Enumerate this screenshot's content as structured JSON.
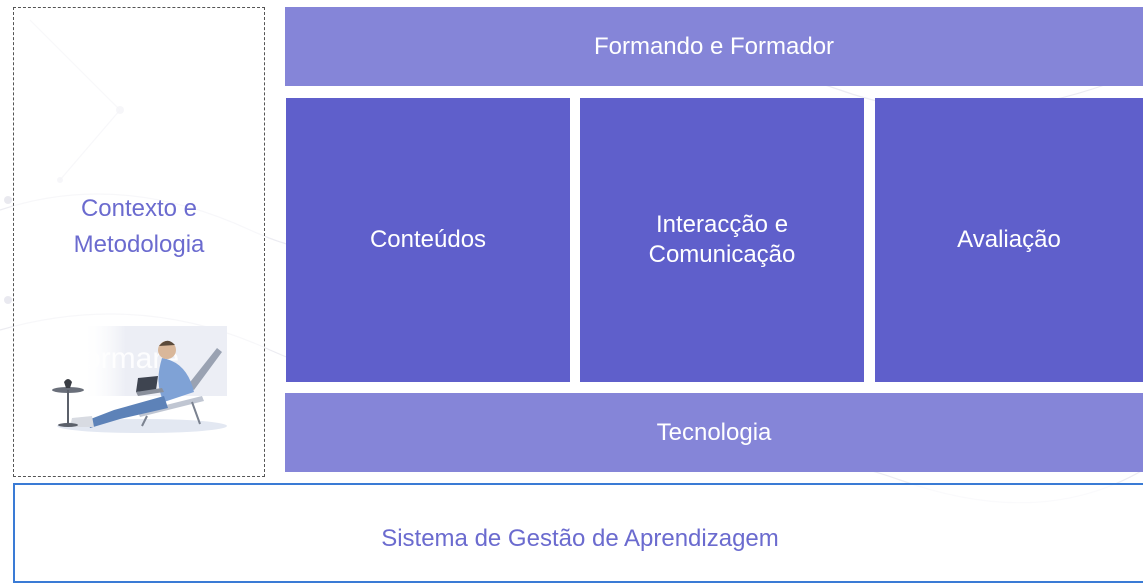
{
  "diagram": {
    "context": {
      "label": "Contexto e\nMetodologia"
    },
    "top_bar": {
      "label": "Formando e Formador"
    },
    "pillars": [
      {
        "label": "Conteúdos"
      },
      {
        "label": "Interacção e\nComunicação"
      },
      {
        "label": "Avaliação"
      }
    ],
    "bottom_bar": {
      "label": "Tecnologia"
    },
    "foundation": {
      "label": "Sistema de Gestão de Aprendizagem"
    },
    "illustration": {
      "icon": "person-with-laptop-icon",
      "background_text": "ormare"
    },
    "colors": {
      "light_block": "#8585d8",
      "dark_block": "#5f5fcb",
      "text_accent": "#6b6bcf",
      "foundation_border": "#3a7bd5"
    }
  }
}
